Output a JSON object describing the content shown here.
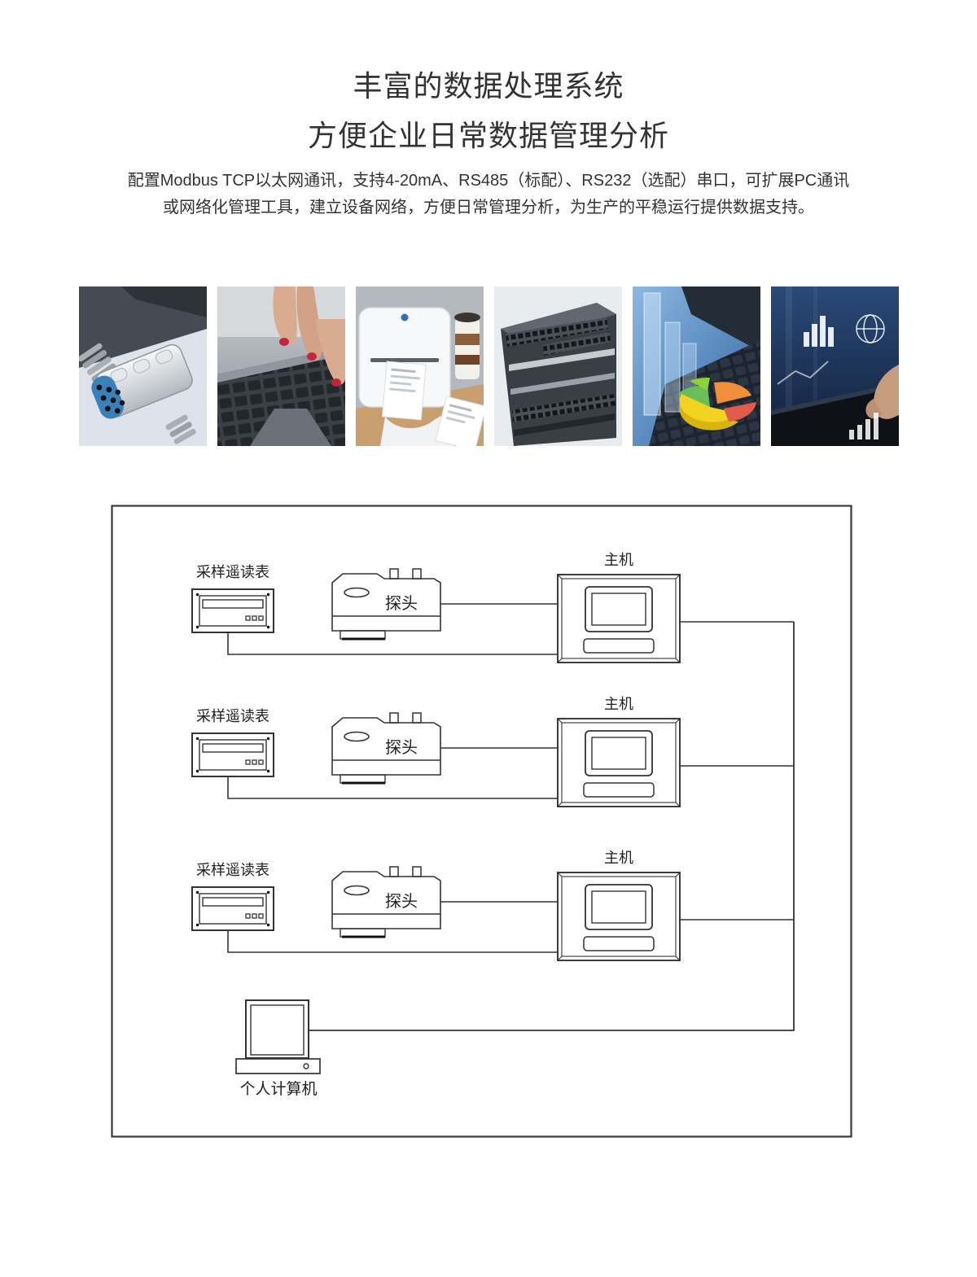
{
  "header": {
    "title_line1": "丰富的数据处理系统",
    "title_line2": "方便企业日常数据管理分析",
    "paragraph_line1": "配置Modbus TCP以太网通讯，支持4-20mA、RS485（标配）、RS232（选配）串口，可扩展PC通讯",
    "paragraph_line2": "或网络化管理工具，建立设备网络，方便日常管理分析，为生产的平稳运行提供数据支持。"
  },
  "photos": [
    {
      "name": "db9-serial-connector-photo",
      "alt": "DB9 serial port connector"
    },
    {
      "name": "laptop-typing-photo",
      "alt": "Hands typing on a laptop keyboard"
    },
    {
      "name": "label-printer-photo",
      "alt": "Label printer printing labels beside a coffee cup"
    },
    {
      "name": "plc-module-photo",
      "alt": "Industrial PLC controller module"
    },
    {
      "name": "data-charts-photo",
      "alt": "Glass bar chart and colorful pie chart over a keyboard"
    },
    {
      "name": "tablet-analytics-photo",
      "alt": "Person using a tablet with analytics overlays"
    }
  ],
  "diagram": {
    "rows": [
      {
        "meter_label": "采样遥读表",
        "probe_label": "探头",
        "host_label": "主机"
      },
      {
        "meter_label": "采样遥读表",
        "probe_label": "探头",
        "host_label": "主机"
      },
      {
        "meter_label": "采样遥读表",
        "probe_label": "探头",
        "host_label": "主机"
      }
    ],
    "pc_label": "个人计算机"
  },
  "colors": {
    "text": "#333333",
    "diagram_line": "#333333",
    "connector_blue": "#3c80b8",
    "chart_yellow": "#f3d321",
    "chart_green": "#66bf57",
    "chart_orange": "#ef8f3c",
    "chart_red": "#e25c49"
  }
}
